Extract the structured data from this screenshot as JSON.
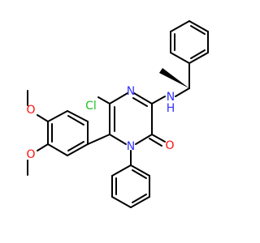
{
  "molecule": {
    "atoms": {
      "cl": "Cl",
      "n4": "N",
      "nh": "N",
      "h": "H",
      "n1": "N",
      "o": "O",
      "o_meta": "O",
      "o_para": "O"
    },
    "colors": {
      "bond": "#000000",
      "carbon_label": "#000000",
      "nitrogen": "#3333ff",
      "oxygen": "#ff0d0d",
      "chlorine": "#1fbf1f"
    }
  }
}
